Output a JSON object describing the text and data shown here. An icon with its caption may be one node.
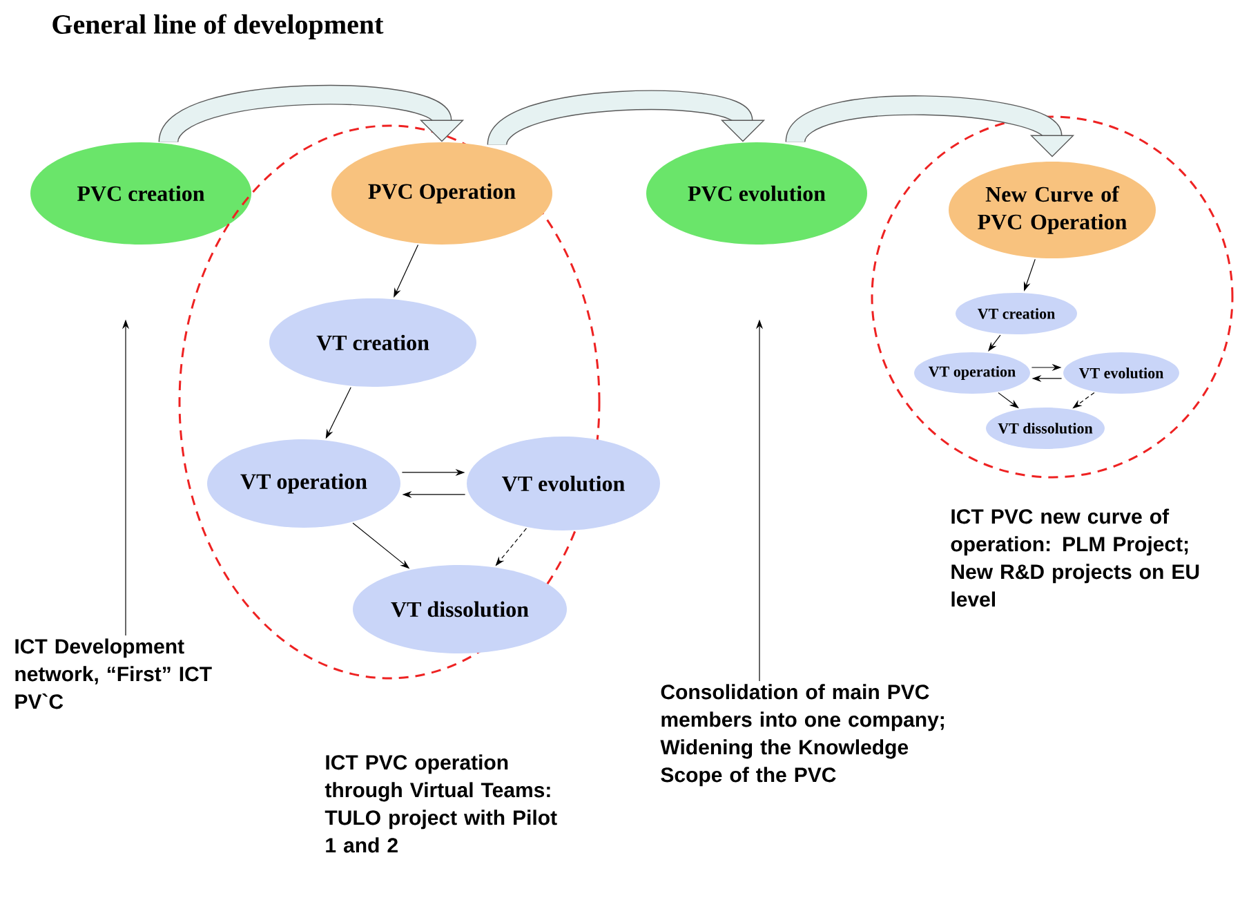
{
  "diagram": {
    "title": "General line of development",
    "nodes": [
      {
        "text": [
          "PVC creation"
        ]
      },
      {
        "text": [],
        "shape": "ellipse",
        "beside": [
          "ICT PVC operation through Virtual Teams: TULO project with Pilot 1 and 2"
        ]
      },
      {
        "text": [
          "PVC Operation"
        ],
        "in": 1
      },
      {
        "text": [
          "VT creation"
        ],
        "in": 1
      },
      {
        "text": [
          "VT operation"
        ],
        "in": 1
      },
      {
        "text": [
          "VT evolution"
        ]
      },
      {
        "text": [
          "VT dissolution"
        ],
        "in": 1
      },
      {
        "text": [
          "PVC evolution"
        ]
      },
      {
        "text": [],
        "shape": "circle",
        "beside": [
          "ICT PVC new curve of operation: PLM Project; New R&D projects on EU level"
        ]
      },
      {
        "text": [
          "New Curve of PVC Operation"
        ],
        "in": 8
      },
      {
        "text": [
          "VT creation"
        ],
        "in": 8
      },
      {
        "text": [
          "VT operation"
        ],
        "in": 8
      },
      {
        "text": [
          "VT evolution"
        ],
        "in": 8
      },
      {
        "text": [
          "VT dissolution"
        ],
        "in": 8
      },
      {
        "text": [
          "ICT Development network, “First” ICT PV`C"
        ]
      },
      {
        "text": [
          "Consolidation of main PVC members into one company; Widening the Knowledge Scope of the PVC"
        ]
      }
    ],
    "edges": [
      {
        "from": 0,
        "to": 2,
        "arrow": "to",
        "style": "thick"
      },
      {
        "from": 2,
        "to": 7,
        "arrow": "to",
        "style": "thick"
      },
      {
        "from": 7,
        "to": 9,
        "arrow": "to",
        "style": "thick"
      },
      {
        "from": 2,
        "to": 3,
        "arrow": "to"
      },
      {
        "from": 3,
        "to": 4,
        "arrow": "to"
      },
      {
        "from": 4,
        "to": 5,
        "arrow": "to"
      },
      {
        "from": 5,
        "to": 4,
        "arrow": "to"
      },
      {
        "from": 4,
        "to": 6,
        "arrow": "to"
      },
      {
        "from": 5,
        "to": 6,
        "arrow": "to",
        "style": "dashed"
      },
      {
        "from": 9,
        "to": 10,
        "arrow": "to"
      },
      {
        "from": 10,
        "to": 11,
        "arrow": "to"
      },
      {
        "from": 11,
        "to": 12,
        "arrow": "to"
      },
      {
        "from": 12,
        "to": 11,
        "arrow": "to"
      },
      {
        "from": 11,
        "to": 13,
        "arrow": "to"
      },
      {
        "from": 12,
        "to": 13,
        "arrow": "to",
        "style": "dashed"
      },
      {
        "from": 14,
        "to": 0,
        "arrow": "to"
      },
      {
        "from": 15,
        "to": 7,
        "arrow": "to"
      }
    ]
  }
}
